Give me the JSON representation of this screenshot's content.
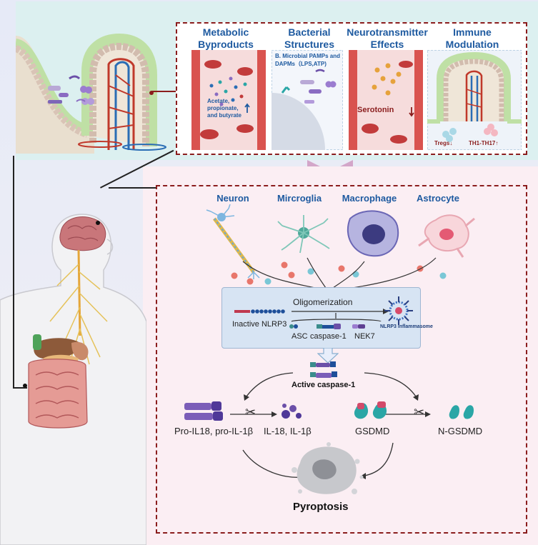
{
  "top_panel": {
    "categories": [
      {
        "title_l1": "Metabolic",
        "title_l2": "Byproducts",
        "caption_l1": "Acetate,",
        "caption_l2": "propionate,",
        "caption_l3": "and butyrate"
      },
      {
        "title_l1": "Bacterial",
        "title_l2": "Structures",
        "caption_l1": "B. Microbial PAMPs and",
        "caption_l2": "DAPMs（LPS,ATP)"
      },
      {
        "title_l1": "Neurotransmitter",
        "title_l2": "Effects",
        "caption_l1": "Serotonin"
      },
      {
        "title_l1": "Immune",
        "title_l2": "Modulation",
        "caption_l1": "Tregs",
        "caption_l2": "TH1-TH17"
      }
    ]
  },
  "cells": {
    "neuron": "Neuron",
    "microglia": "Mircroglia",
    "macrophage": "Macrophage",
    "astrocyte": "Astrocyte"
  },
  "inflammasome": {
    "oligomerization": "Oligomerization",
    "inactive": "Inactive NLRP3",
    "asc": "ASC",
    "caspase": "caspase-1",
    "nek7": "NEK7",
    "complex": "NLRP3 inflammasome"
  },
  "pathway": {
    "active_caspase": "Active caspase-1",
    "pro_il": "Pro-IL18, pro-IL-1β",
    "il": "IL-18, IL-1β",
    "gsdmd": "GSDMD",
    "n_gsdmd": "N-GSDMD",
    "pyroptosis": "Pyroptosis"
  },
  "colors": {
    "title_blue": "#1e5aa0",
    "dashed_border": "#8b1d1d",
    "top_bg": "#ddf1f1",
    "bottom_bg": "#fbeef3",
    "purple": "#7b5db8",
    "teal": "#2aa6a6"
  }
}
